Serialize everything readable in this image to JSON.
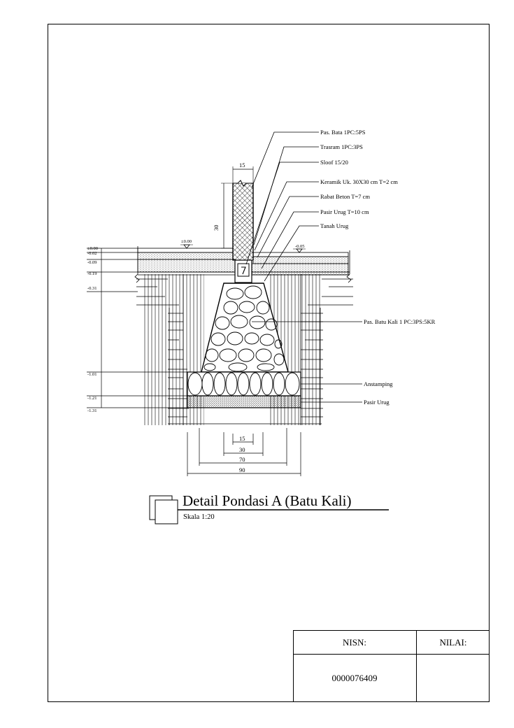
{
  "drawing": {
    "callouts_top": [
      "Pas. Bata 1PC:5PS",
      "Trasram 1PC:3PS",
      "Sloof 15/20",
      "Keramik Uk. 30X30 cm T=2 cm",
      "Rabat Beton T=7 cm",
      "Pasir Urug T=10 cm",
      "Tanah Urug"
    ],
    "callouts_right": [
      "Pas. Batu Kali 1 PC:3PS:5KR",
      "Anstamping",
      "Pasir Urug"
    ],
    "levels": [
      "±0.00",
      "-0.02",
      "-0.09",
      "-0.19",
      "-0.31",
      "-1.01",
      "-1.21",
      "-1.31"
    ],
    "level_marks": [
      "±0.00",
      "-0.05"
    ],
    "dimensions": {
      "wall_width": "15",
      "wall_height": "30",
      "bottom": [
        "15",
        "30",
        "70",
        "90"
      ]
    }
  },
  "caption": {
    "title": "Detail Pondasi A (Batu Kali)",
    "scale": "Skala 1:20"
  },
  "title_block": {
    "nisn_label": "NISN:",
    "nilai_label": "NILAI:",
    "nisn_value": "0000076409",
    "nilai_value": ""
  }
}
